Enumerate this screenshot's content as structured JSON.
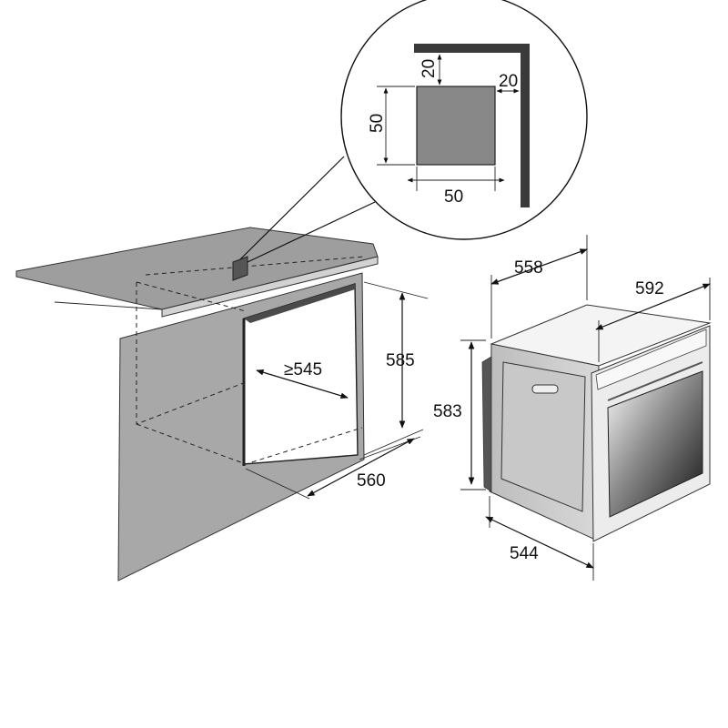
{
  "diagram": {
    "detail": {
      "offset_top": "20",
      "offset_right": "20",
      "vent_height": "50",
      "vent_width": "50"
    },
    "cabinet": {
      "opening_depth": "≥545",
      "opening_height": "585",
      "opening_width": "560"
    },
    "oven": {
      "body_depth": "558",
      "overall_width": "592",
      "front_height": "583",
      "side_depth": "544"
    }
  }
}
